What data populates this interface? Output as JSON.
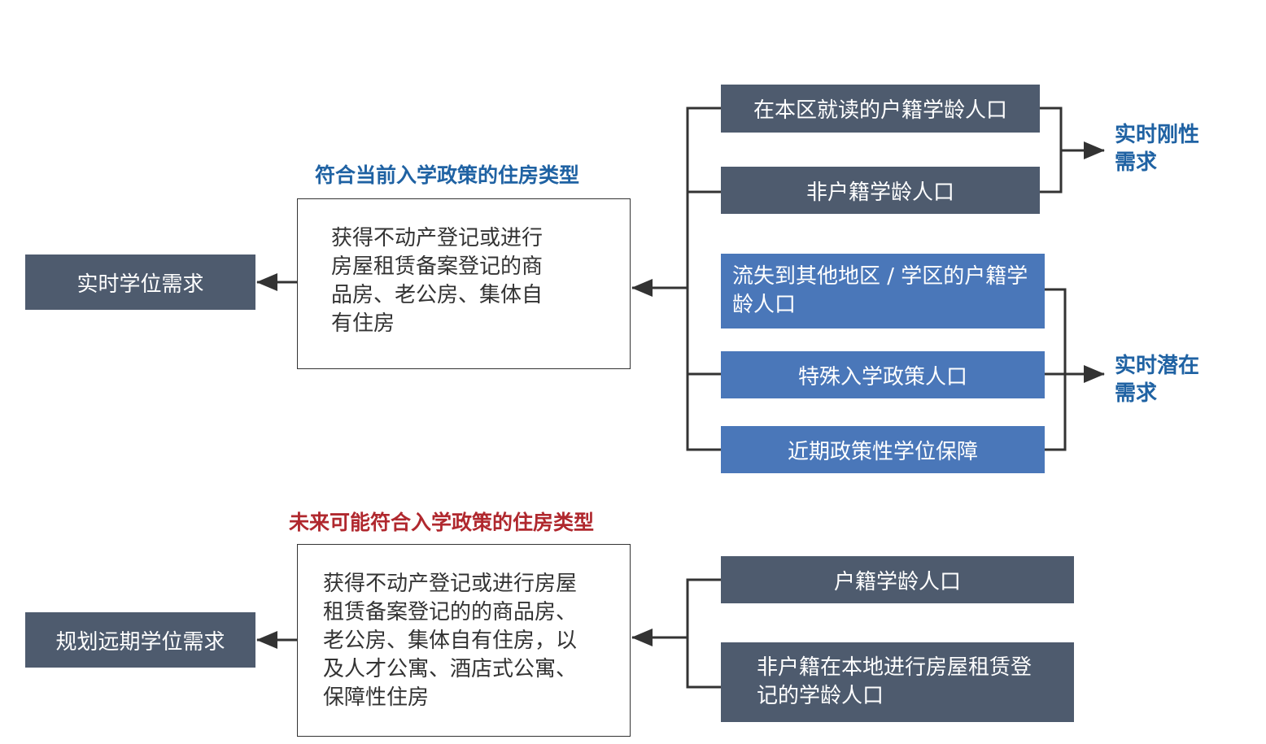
{
  "top": {
    "title": "符合当前入学政策的住房类型",
    "result": "实时学位需求",
    "housing": [
      "获得不动产登记或进行",
      "房屋租赁备案登记的商",
      "品房、老公房、集体自",
      "有住房"
    ],
    "sources": [
      "在本区就读的户籍学龄人口",
      "非户籍学龄人口",
      "流失到其他地区 / 学区的户籍学龄人口",
      "特殊入学政策人口",
      "近期政策性学位保障"
    ],
    "rigid": [
      "实时刚性",
      "需求"
    ],
    "latent": [
      "实时潜在",
      "需求"
    ]
  },
  "bottom": {
    "title": "未来可能符合入学政策的住房类型",
    "result": "规划远期学位需求",
    "housing": [
      "获得不动产登记或进行房屋",
      "租赁备案登记的的商品房、",
      "老公房、集体自有住房，以",
      "及人才公寓、酒店式公寓、",
      "保障性住房"
    ],
    "sources": [
      "户籍学龄人口",
      "非户籍在本地进行房屋租赁登记的学龄人口"
    ]
  },
  "colors": {
    "dark": "#4e5b6e",
    "blue": "#4a77b9",
    "title_blue": "#1f62a3",
    "title_red": "#b0282e"
  }
}
